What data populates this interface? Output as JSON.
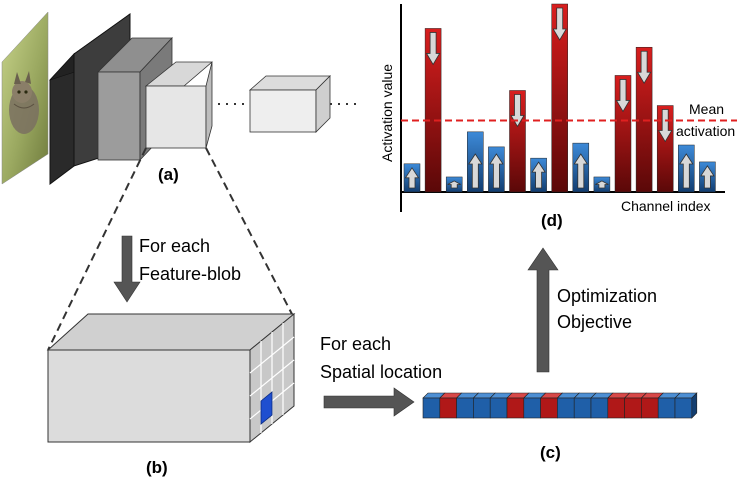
{
  "labels": {
    "a": "(a)",
    "b": "(b)",
    "c": "(c)",
    "d": "(d)"
  },
  "text": {
    "for_each_feature_line1": "For each",
    "for_each_feature_line2": "Feature-blob",
    "for_each_spatial_line1": "For each",
    "for_each_spatial_line2": "Spatial location",
    "optimization_line1": "Optimization",
    "optimization_line2": "Objective"
  },
  "icons": {
    "input_image": "cat-photo-icon"
  },
  "colors": {
    "red": "#b01818",
    "blue": "#1f5fa8",
    "highlight": "#1f4fd0",
    "mean_line": "#e02020",
    "arrow_gray": "#555555"
  },
  "vector_pattern": [
    "blue",
    "red",
    "blue",
    "blue",
    "blue",
    "red",
    "blue",
    "red",
    "blue",
    "blue",
    "blue",
    "red",
    "red",
    "red",
    "blue",
    "blue"
  ],
  "chart_data": {
    "type": "bar",
    "ylabel": "Activation value",
    "xlabel": "Channel index",
    "mean_label_line1": "Mean",
    "mean_label_line2": "activation",
    "mean": 0.38,
    "ylim": [
      0,
      1.0
    ],
    "values": [
      0.15,
      0.87,
      0.08,
      0.32,
      0.24,
      0.54,
      0.18,
      1.0,
      0.26,
      0.08,
      0.62,
      0.77,
      0.46,
      0.25,
      0.16
    ],
    "classes": [
      "below",
      "above",
      "below",
      "below",
      "below",
      "above",
      "below",
      "above",
      "below",
      "below",
      "above",
      "above",
      "above",
      "below",
      "below"
    ]
  }
}
